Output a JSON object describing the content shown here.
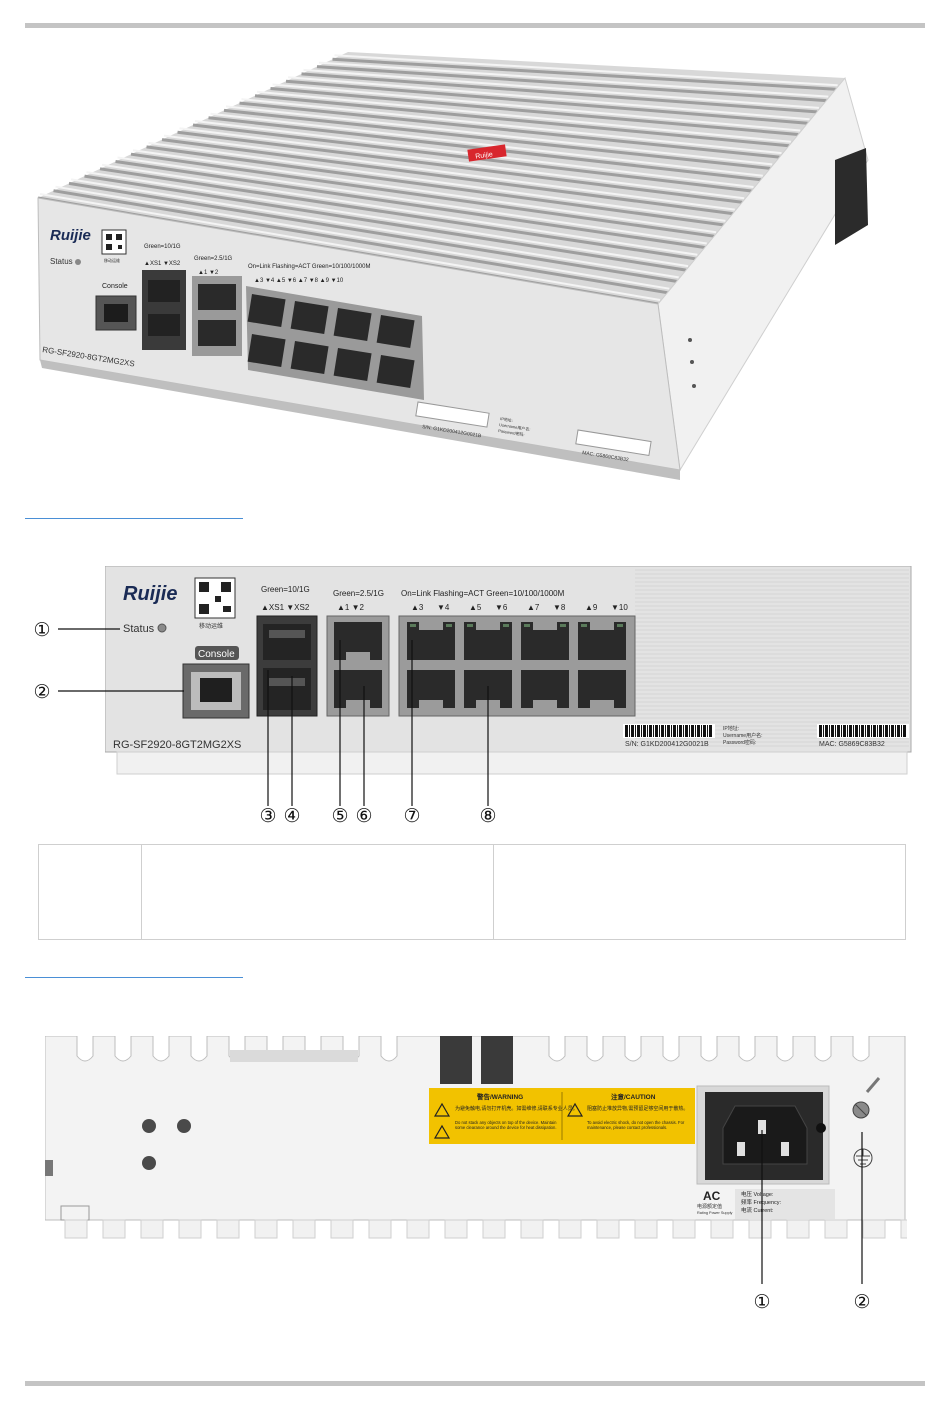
{
  "header_rule": true,
  "iso_view": {
    "brand": "Ruijie",
    "qr_caption": "移动运维",
    "status_label": "Status",
    "console_label": "Console",
    "sfp_group_label": "Green=10/1G",
    "sfp_ports_label": "▲XS1 ▼XS2",
    "mg_group_label": "Green=2.5/1G",
    "mg_ports_label": "▲1  ▼2",
    "ge_group_label": "On=Link  Flashing=ACT  Green=10/100/1000M",
    "ge_ports_label": "▲3  ▼4  ▲5  ▼6  ▲7  ▼8  ▲9  ▼10",
    "model": "RG-SF2920-8GT2MG2XS",
    "sn_label": "S/N: G1KD200412G0021B",
    "mac_label": "MAC: G5869C83B32",
    "ip_label": "IP地址:",
    "user_label": "Username用户名:",
    "pass_label": "Password密码:",
    "top_badge": "Ruijie"
  },
  "front_view": {
    "brand": "Ruijie",
    "qr_caption": "移动运维",
    "status_label": "Status",
    "console_label": "Console",
    "sfp_group_label": "Green=10/1G",
    "sfp_ports_label": "▲XS1 ▼XS2",
    "mg_group_label": "Green=2.5/1G",
    "mg_ports_label": "▲1   ▼2",
    "ge_group_label": "On=Link  Flashing=ACT  Green=10/100/1000M",
    "port_labels": [
      "▲3",
      "▼4",
      "▲5",
      "▼6",
      "▲7",
      "▼8",
      "▲9",
      "▼10"
    ],
    "model": "RG-SF2920-8GT2MG2XS",
    "sn_label": "S/N: G1KD200412G0021B",
    "ip_label": "IP地址:",
    "user_label": "Username用户名:",
    "pass_label": "Password密码:",
    "mac_label": "MAC: G5869C83B32",
    "callouts": [
      "①",
      "②",
      "③",
      "④",
      "⑤",
      "⑥",
      "⑦",
      "⑧"
    ]
  },
  "table": {
    "cells": [
      "",
      "",
      ""
    ]
  },
  "rear_view": {
    "warning_title": "警告/WARNING",
    "warning_cn": "为避免触电,请勿打开机壳。如需维修,请联系专业人员。",
    "warning_en1": "Do not stack any objects on top of the device. Maintain some clearance around the device for heat dissipation.",
    "caution_title": "注意/CAUTION",
    "caution_cn": "阻塞防止堆放异物,需预留足够空间用于散热。",
    "caution_en": "To avoid electric shock, do not open the chassis. For maintenance, please contact professionals.",
    "ac_label": "AC",
    "ac_sub_cn": "电源额定值",
    "ac_sub_en": "Rating Power Supply",
    "voltage_label": "电压 Voltage:",
    "frequency_label": "频率 Frequency:",
    "current_label": "电流 Current:",
    "callouts": [
      "①",
      "②"
    ]
  },
  "colors": {
    "rule": "#c4c4c4",
    "section_line": "#4a8fd6",
    "panel": "#e3e3e3",
    "warning_yellow": "#f2c200",
    "port_dark": "#2f2f2f"
  }
}
